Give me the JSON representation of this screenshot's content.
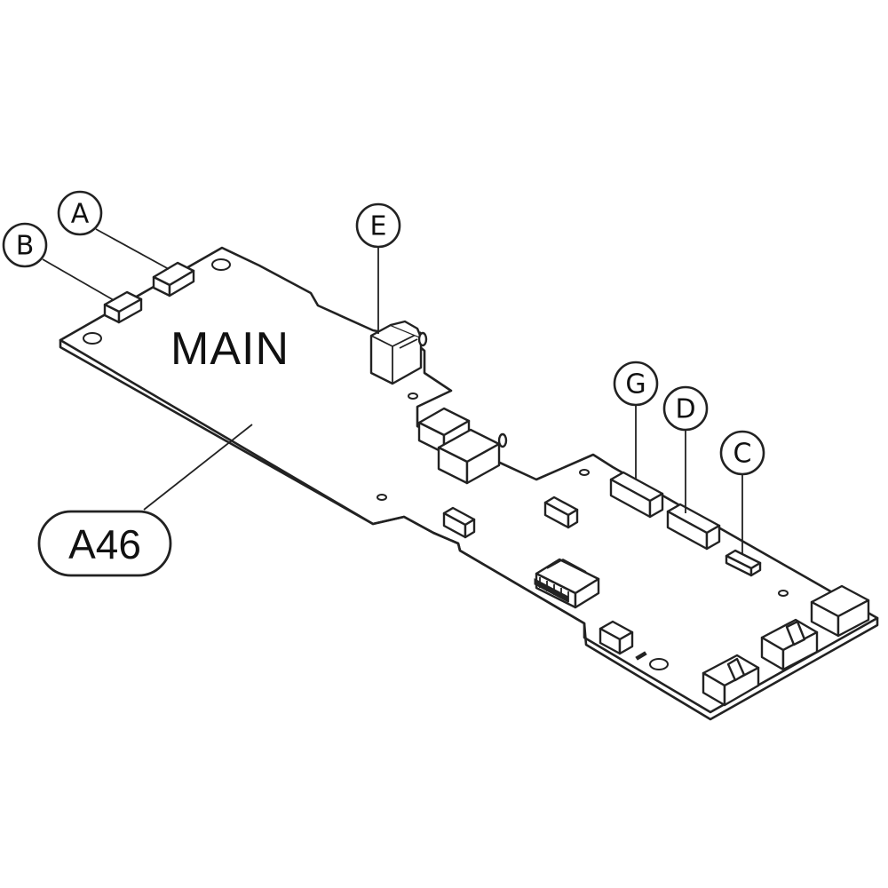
{
  "board": {
    "label": "MAIN"
  },
  "part_tag": {
    "label": "A46"
  },
  "callouts": {
    "a": "A",
    "b": "B",
    "c": "C",
    "d": "D",
    "e": "E",
    "g": "G"
  },
  "colors": {
    "line": "#222222",
    "background": "#ffffff"
  }
}
